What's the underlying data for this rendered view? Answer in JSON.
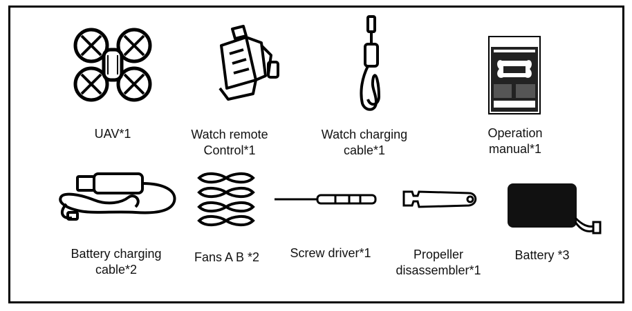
{
  "items": [
    {
      "id": "uav",
      "lines": [
        "UAV*1"
      ],
      "icon": "drone-icon"
    },
    {
      "id": "watch-remote",
      "lines": [
        "Watch remote",
        "Control*1"
      ],
      "icon": "watch-remote-icon"
    },
    {
      "id": "watch-cable",
      "lines": [
        "Watch charging",
        "cable*1"
      ],
      "icon": "charging-cable-icon"
    },
    {
      "id": "manual",
      "lines": [
        "Operation",
        "manual*1"
      ],
      "icon": "manual-booklet-icon"
    },
    {
      "id": "battery-cable",
      "lines": [
        "Battery charging",
        "cable*2"
      ],
      "icon": "usb-cable-icon"
    },
    {
      "id": "fans",
      "lines": [
        "Fans A B *2"
      ],
      "icon": "propeller-blades-icon"
    },
    {
      "id": "screwdriver",
      "lines": [
        "Screw driver*1"
      ],
      "icon": "screwdriver-icon"
    },
    {
      "id": "prop-tool",
      "lines": [
        "Propeller",
        "disassembler*1"
      ],
      "icon": "propeller-tool-icon"
    },
    {
      "id": "battery",
      "lines": [
        "Battery *3"
      ],
      "icon": "battery-icon"
    }
  ]
}
